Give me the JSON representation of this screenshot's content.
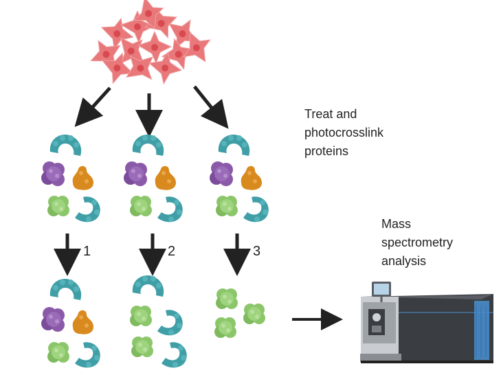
{
  "labels": {
    "treat": [
      "Treat and",
      "photocrosslink",
      "proteins"
    ],
    "mass": [
      "Mass",
      "spectrometry",
      "analysis"
    ]
  },
  "steps": [
    "1",
    "2",
    "3"
  ],
  "colors": {
    "cell_fill": "#e8787a",
    "cell_nucleus": "#d94a50",
    "teal": "#3f9ea6",
    "purple": "#8a5aa8",
    "orange": "#d98a1e",
    "green": "#8cc66a",
    "arrow": "#222222",
    "instrument_dark": "#3a3d42",
    "instrument_light": "#c9ccd0",
    "instrument_blue": "#4a8fd0"
  },
  "icons": [
    "cell-cluster-icon",
    "protein-complex-icon",
    "mass-spectrometer-icon"
  ]
}
